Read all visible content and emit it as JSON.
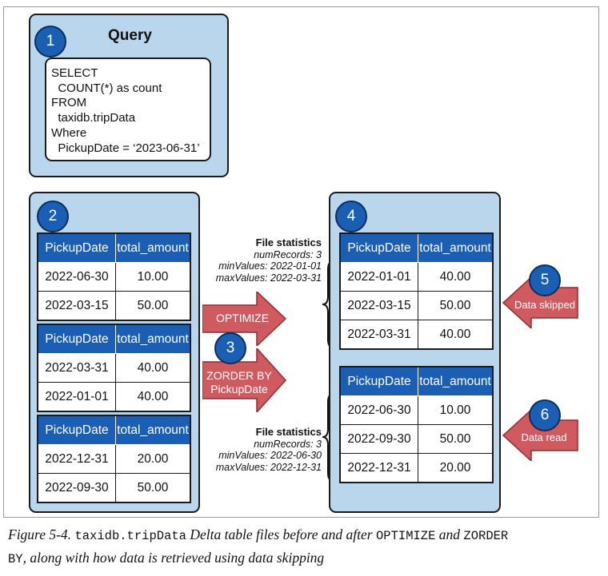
{
  "query": {
    "badge": "1",
    "title": "Query",
    "lines": [
      "SELECT",
      "  COUNT(*) as count",
      "FROM",
      "  taxidb.tripData",
      "Where",
      "  PickupDate = ‘2023-06-31’"
    ]
  },
  "headers": {
    "col1": "PickupDate",
    "col2": "total_amount"
  },
  "before": {
    "badge": "2",
    "tables": [
      {
        "rows": [
          [
            "2022-06-30",
            "10.00"
          ],
          [
            "2022-03-15",
            "50.00"
          ]
        ]
      },
      {
        "rows": [
          [
            "2022-03-31",
            "40.00"
          ],
          [
            "2022-01-01",
            "40.00"
          ]
        ]
      },
      {
        "rows": [
          [
            "2022-12-31",
            "20.00"
          ],
          [
            "2022-09-30",
            "50.00"
          ]
        ]
      }
    ]
  },
  "process": {
    "badge": "3",
    "optimize_label": "OPTIMIZE",
    "zorder_label_line1": "ZORDER BY",
    "zorder_label_line2": "PickupDate"
  },
  "after": {
    "badge": "4",
    "tables": [
      {
        "rows": [
          [
            "2022-01-01",
            "40.00"
          ],
          [
            "2022-03-15",
            "50.00"
          ],
          [
            "2022-03-31",
            "40.00"
          ]
        ]
      },
      {
        "rows": [
          [
            "2022-06-30",
            "10.00"
          ],
          [
            "2022-09-30",
            "50.00"
          ],
          [
            "2022-12-31",
            "20.00"
          ]
        ]
      }
    ]
  },
  "stats": [
    {
      "title": "File statistics",
      "numRecords": "numRecords: 3",
      "minValues": "minValues: 2022-01-01",
      "maxValues": "maxValues: 2022-03-31"
    },
    {
      "title": "File statistics",
      "numRecords": "numRecords: 3",
      "minValues": "minValues: 2022-06-30",
      "maxValues": "maxValues: 2022-12-31"
    }
  ],
  "skipped": {
    "badge": "5",
    "label": "Data skipped"
  },
  "read": {
    "badge": "6",
    "label": "Data read"
  },
  "caption": {
    "prefix": "Figure 5-4. ",
    "table_name": "taxidb.tripData",
    "mid": " Delta table files before and after ",
    "optimize": "OPTIMIZE",
    "and": " and ",
    "zorder": "ZORDER",
    "by": "BY",
    "suffix": ", along with how data is retrieved using data skipping"
  },
  "colors": {
    "panel": "#b9d6ec",
    "header": "#1a5fb4",
    "arrow": "#cf5b61",
    "badge": "#1a5fb4"
  }
}
